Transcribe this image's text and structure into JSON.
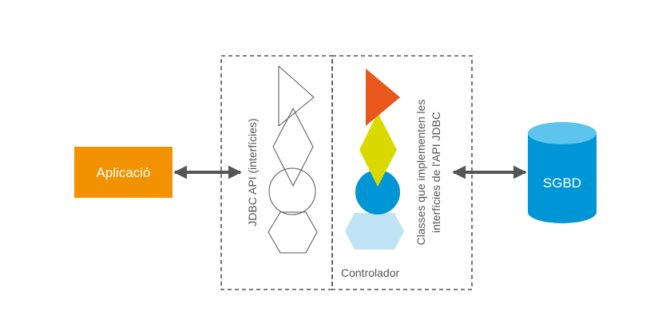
{
  "nodes": {
    "app": {
      "label": "Aplicació",
      "color": "#f39200"
    },
    "api": {
      "label": "JDBC API (interfícies)"
    },
    "driver": {
      "line1": "Classes que implementen les",
      "line2": "interfícies de l'API JDBC",
      "caption": "Controlador"
    },
    "db": {
      "label": "SGBD",
      "color_side": "#0096d6",
      "color_top": "#5ec4ee"
    }
  },
  "colors": {
    "arrow": "#555555",
    "dash": "#555555",
    "outline_shapes": "#555555",
    "triangle": "#e8581c",
    "diamond": "#d9d900",
    "circle": "#0096d6",
    "hexagon": "#c0e3f5",
    "label_text": "#555555"
  },
  "icons": [
    "triangle-shape",
    "diamond-shape",
    "circle-shape",
    "hexagon-shape",
    "double-arrow-icon",
    "database-cylinder-icon"
  ]
}
